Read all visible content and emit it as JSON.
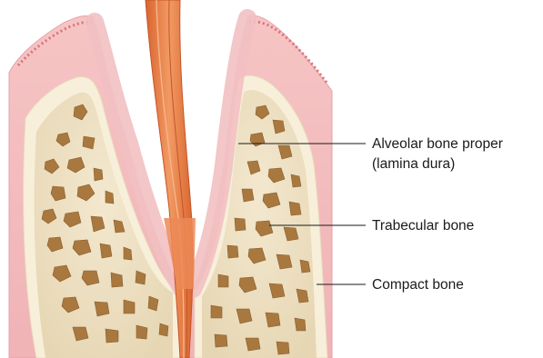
{
  "labels": {
    "alveolar_line1": "Alveolar bone proper",
    "alveolar_line2": "(lamina dura)",
    "trabecular": "Trabecular bone",
    "compact": "Compact bone"
  },
  "colors": {
    "background": "#ffffff",
    "gingiva": "#f0b3b3",
    "gingiva_edge": "#d97a80",
    "periodontal": "#f2c5c5",
    "compact_bone": "#efe3c8",
    "cortical_rim": "#f7efd9",
    "marrow_space": "#a8783f",
    "nerve_canal": "#e8834a",
    "leader_line": "#1a1a1a"
  },
  "icons": [
    "tooth-socket-illustration"
  ]
}
